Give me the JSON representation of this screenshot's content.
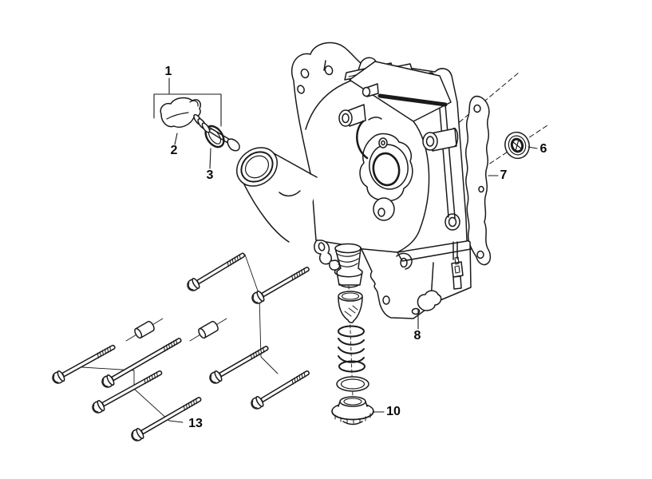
{
  "diagram": {
    "kind": "exploded-parts-diagram",
    "background": "#ffffff",
    "line_color": "#1a1a1a",
    "label_color": "#0a0a0a"
  },
  "callouts": {
    "c1": {
      "number": "1",
      "part": "oil-dipstick-assembly"
    },
    "c2": {
      "number": "2",
      "part": "oil-dipstick-cap"
    },
    "c3": {
      "number": "3",
      "part": "dipstick-o-ring"
    },
    "c6": {
      "number": "6",
      "part": "oil-seal"
    },
    "c7": {
      "number": "7",
      "part": "cover-gasket"
    },
    "c8": {
      "number": "8",
      "part": "right-crankcase-cover"
    },
    "c10": {
      "number": "10",
      "part": "oil-drain-plug-assembly"
    },
    "c13": {
      "number": "13",
      "part": "cover-flange-bolts"
    }
  }
}
